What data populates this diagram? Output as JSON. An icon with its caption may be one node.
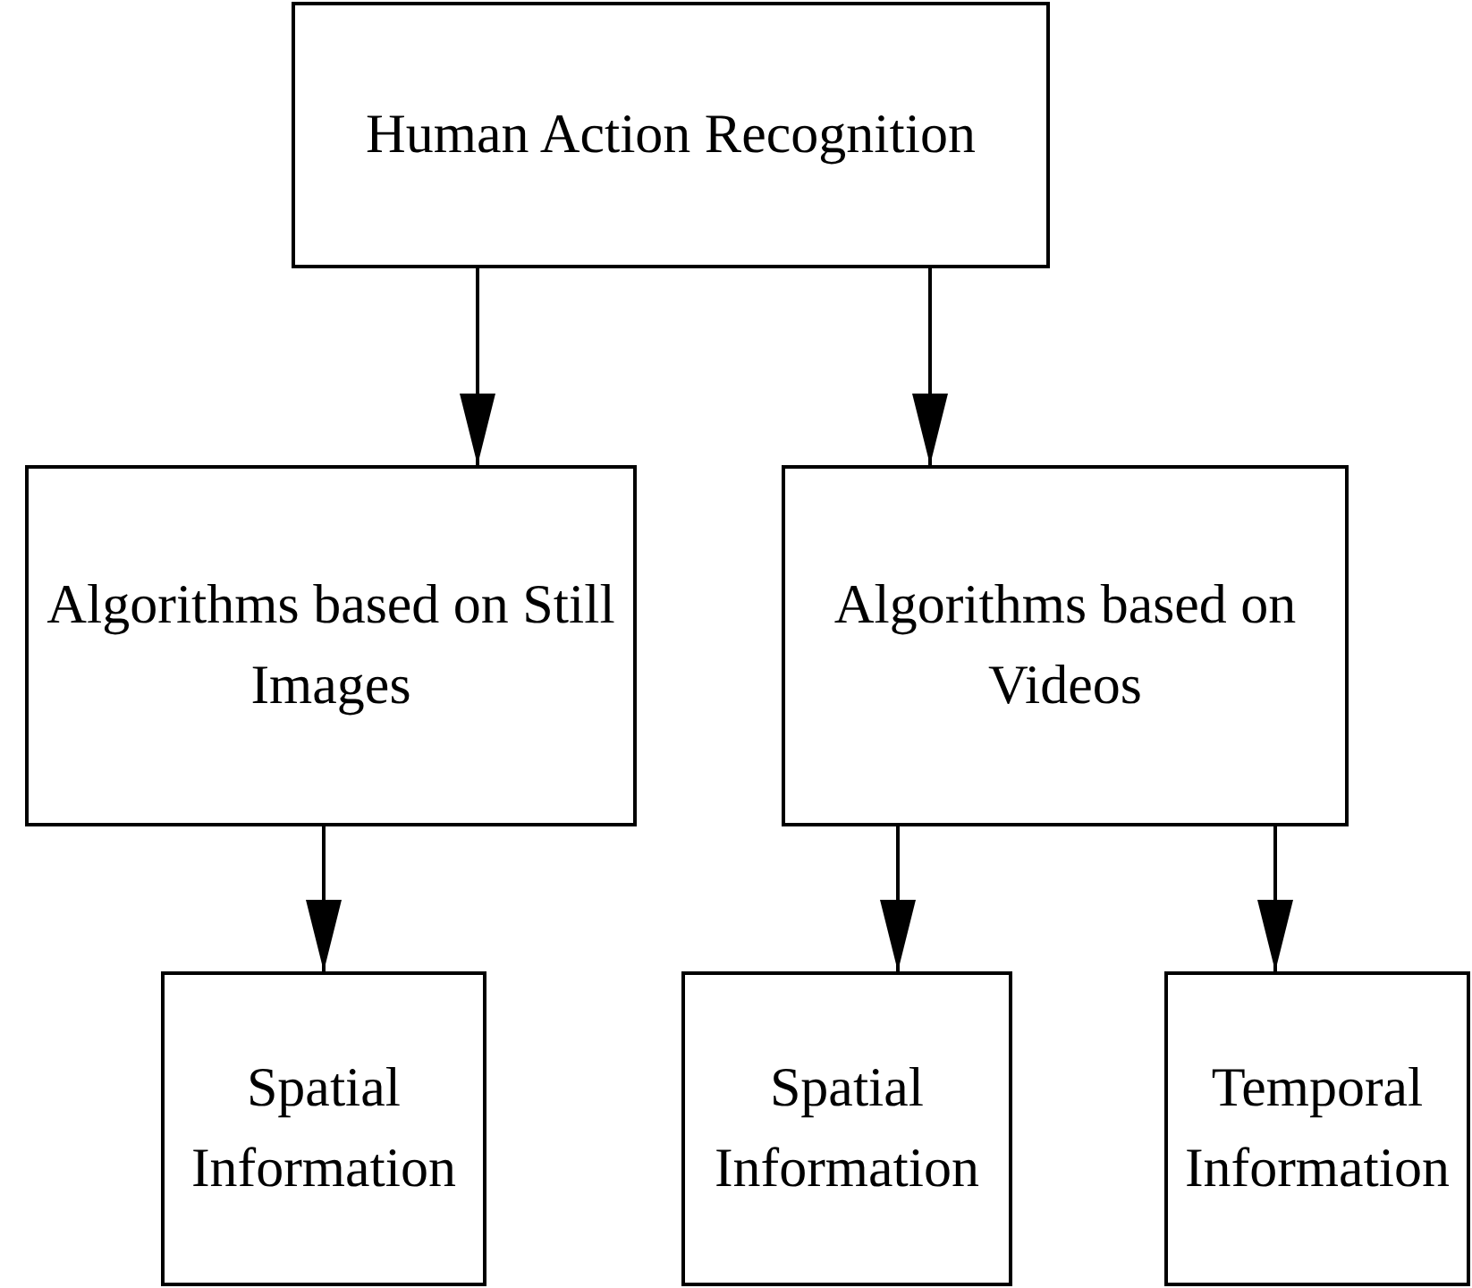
{
  "diagram": {
    "nodes": [
      {
        "text": [
          "Human Action Recognition"
        ]
      },
      {
        "text": [
          "Algorithms based on Still Images"
        ]
      },
      {
        "text": [
          "Algorithms based on Videos"
        ]
      },
      {
        "text": [
          "Spatial Information"
        ]
      },
      {
        "text": [
          "Spatial Information"
        ]
      },
      {
        "text": [
          "Temporal Information"
        ]
      }
    ],
    "edges": [
      {
        "from": 0,
        "to": 1,
        "arrow": "to"
      },
      {
        "from": 0,
        "to": 2,
        "arrow": "to"
      },
      {
        "from": 1,
        "to": 3,
        "arrow": "to"
      },
      {
        "from": 2,
        "to": 4,
        "arrow": "to"
      },
      {
        "from": 2,
        "to": 5,
        "arrow": "to"
      }
    ]
  }
}
